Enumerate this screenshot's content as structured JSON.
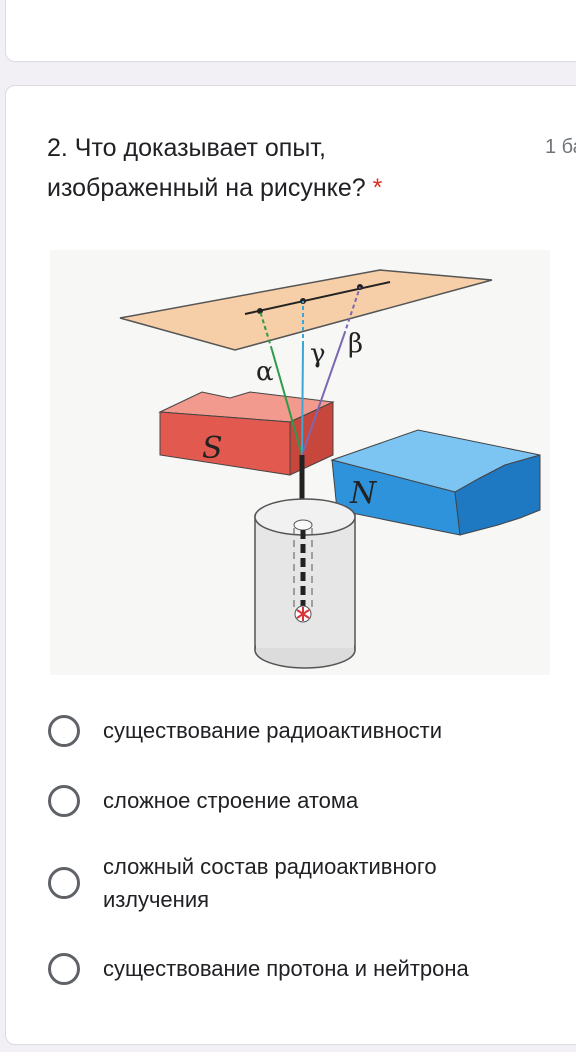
{
  "question": {
    "number_and_text": "2. Что доказывает опыт, изображенный на рисунке?",
    "required_marker": "*",
    "points": "1 ба"
  },
  "figure": {
    "ray_labels": {
      "alpha": "α",
      "gamma": "γ",
      "beta": "β"
    },
    "magnet_labels": {
      "south": "S",
      "north": "N"
    }
  },
  "options": [
    {
      "label": "существование радиоактивности"
    },
    {
      "label": "сложное строение атома"
    },
    {
      "label": "сложный состав радиоактивного излучения"
    },
    {
      "label": "существование протона и нейтрона"
    }
  ],
  "colors": {
    "required": "#d93025",
    "radio_border": "#5f6368",
    "text": "#202124",
    "plate": "#f6cfa8",
    "magnet_s": "#e25a4f",
    "magnet_n": "#2f93dc"
  }
}
